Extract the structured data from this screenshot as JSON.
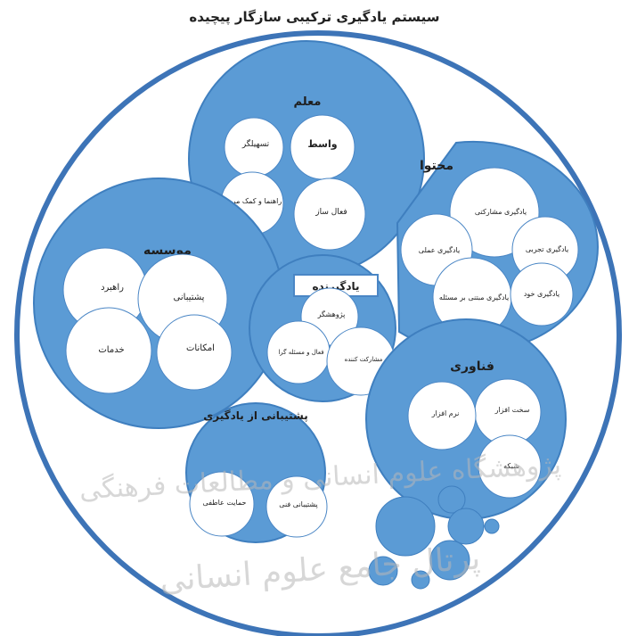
{
  "title": "سیستم یادگیری ترکیبی سازگار پیچیده",
  "colors": {
    "group_fill": "#5b9bd5",
    "group_stroke": "#3f7fbf",
    "outer_ring": "#3d74b7",
    "item_fill": "#ffffff",
    "item_stroke": "#4a86c5",
    "learner_box": "#4a86c5",
    "watermark": "#b8b8b8"
  },
  "groups": {
    "teacher": {
      "label": "معلم",
      "items": [
        "تسهیلگر",
        "واسط",
        "راهنما و کمک مربی",
        "فعال ساز"
      ]
    },
    "content": {
      "label": "محتوا",
      "items": [
        "یادگیری مشارکتی",
        "یادگیری تجربی",
        "یادگیری عملی",
        "یادگیری مبتنی بر مسئله",
        "یادگیری خود"
      ]
    },
    "institute": {
      "label": "موسسه",
      "items": [
        "راهبرد",
        "پشتیبانی",
        "خدمات",
        "امکانات"
      ]
    },
    "learner": {
      "label": "یادگیرنده",
      "items": [
        "پژوهشگر",
        "فعال و مسئله گرا",
        "مشارکت کننده"
      ]
    },
    "technology": {
      "label": "فناوری",
      "items": [
        "سخت افزار",
        "نرم افزار",
        "شبکه"
      ]
    },
    "support": {
      "label": "پشتیبانی از یادگیری",
      "items": [
        "حمایت عاطفی",
        "پشتیبانی فنی"
      ]
    }
  },
  "watermark": {
    "line1": "پرتال جامع علوم انسانی",
    "line2": "پژوهشگاه علوم انسانی و مطالعات فرهنگی"
  }
}
